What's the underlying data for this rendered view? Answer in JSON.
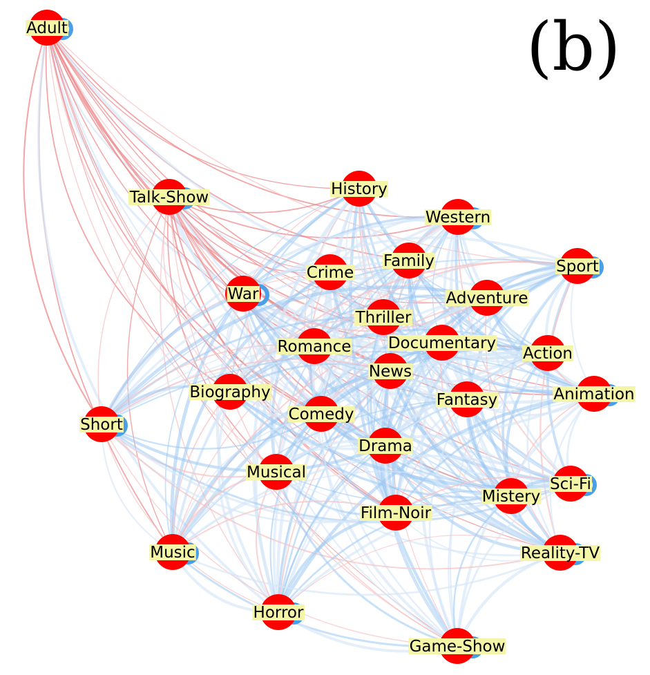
{
  "panel_label": "(b)",
  "colors": {
    "node_fill": "#ff0000",
    "label_background": "#f5f5a8",
    "positive_edge": "#9cc8f2",
    "positive_edge_light": "#d6e7f8",
    "negative_edge": "#ee8a8c",
    "negative_edge_light": "#f6c2c3",
    "self_loop": "#4a9fe6"
  },
  "nodes": [
    {
      "id": "adult",
      "label": "Adult"
    },
    {
      "id": "talk-show",
      "label": "Talk-Show"
    },
    {
      "id": "history",
      "label": "History"
    },
    {
      "id": "western",
      "label": "Western"
    },
    {
      "id": "crime",
      "label": "Crime"
    },
    {
      "id": "family",
      "label": "Family"
    },
    {
      "id": "sport",
      "label": "Sport"
    },
    {
      "id": "war",
      "label": "War"
    },
    {
      "id": "adventure",
      "label": "Adventure"
    },
    {
      "id": "thriller",
      "label": "Thriller"
    },
    {
      "id": "romance",
      "label": "Romance"
    },
    {
      "id": "documentary",
      "label": "Documentary"
    },
    {
      "id": "action",
      "label": "Action"
    },
    {
      "id": "news",
      "label": "News"
    },
    {
      "id": "biography",
      "label": "Biography"
    },
    {
      "id": "fantasy",
      "label": "Fantasy"
    },
    {
      "id": "animation",
      "label": "Animation"
    },
    {
      "id": "short",
      "label": "Short"
    },
    {
      "id": "comedy",
      "label": "Comedy"
    },
    {
      "id": "drama",
      "label": "Drama"
    },
    {
      "id": "musical",
      "label": "Musical"
    },
    {
      "id": "sci-fi",
      "label": "Sci-Fi"
    },
    {
      "id": "mistery",
      "label": "Mistery"
    },
    {
      "id": "film-noir",
      "label": "Film-Noir"
    },
    {
      "id": "music",
      "label": "Music"
    },
    {
      "id": "reality-tv",
      "label": "Reality-TV"
    },
    {
      "id": "horror",
      "label": "Horror"
    },
    {
      "id": "game-show",
      "label": "Game-Show"
    }
  ]
}
